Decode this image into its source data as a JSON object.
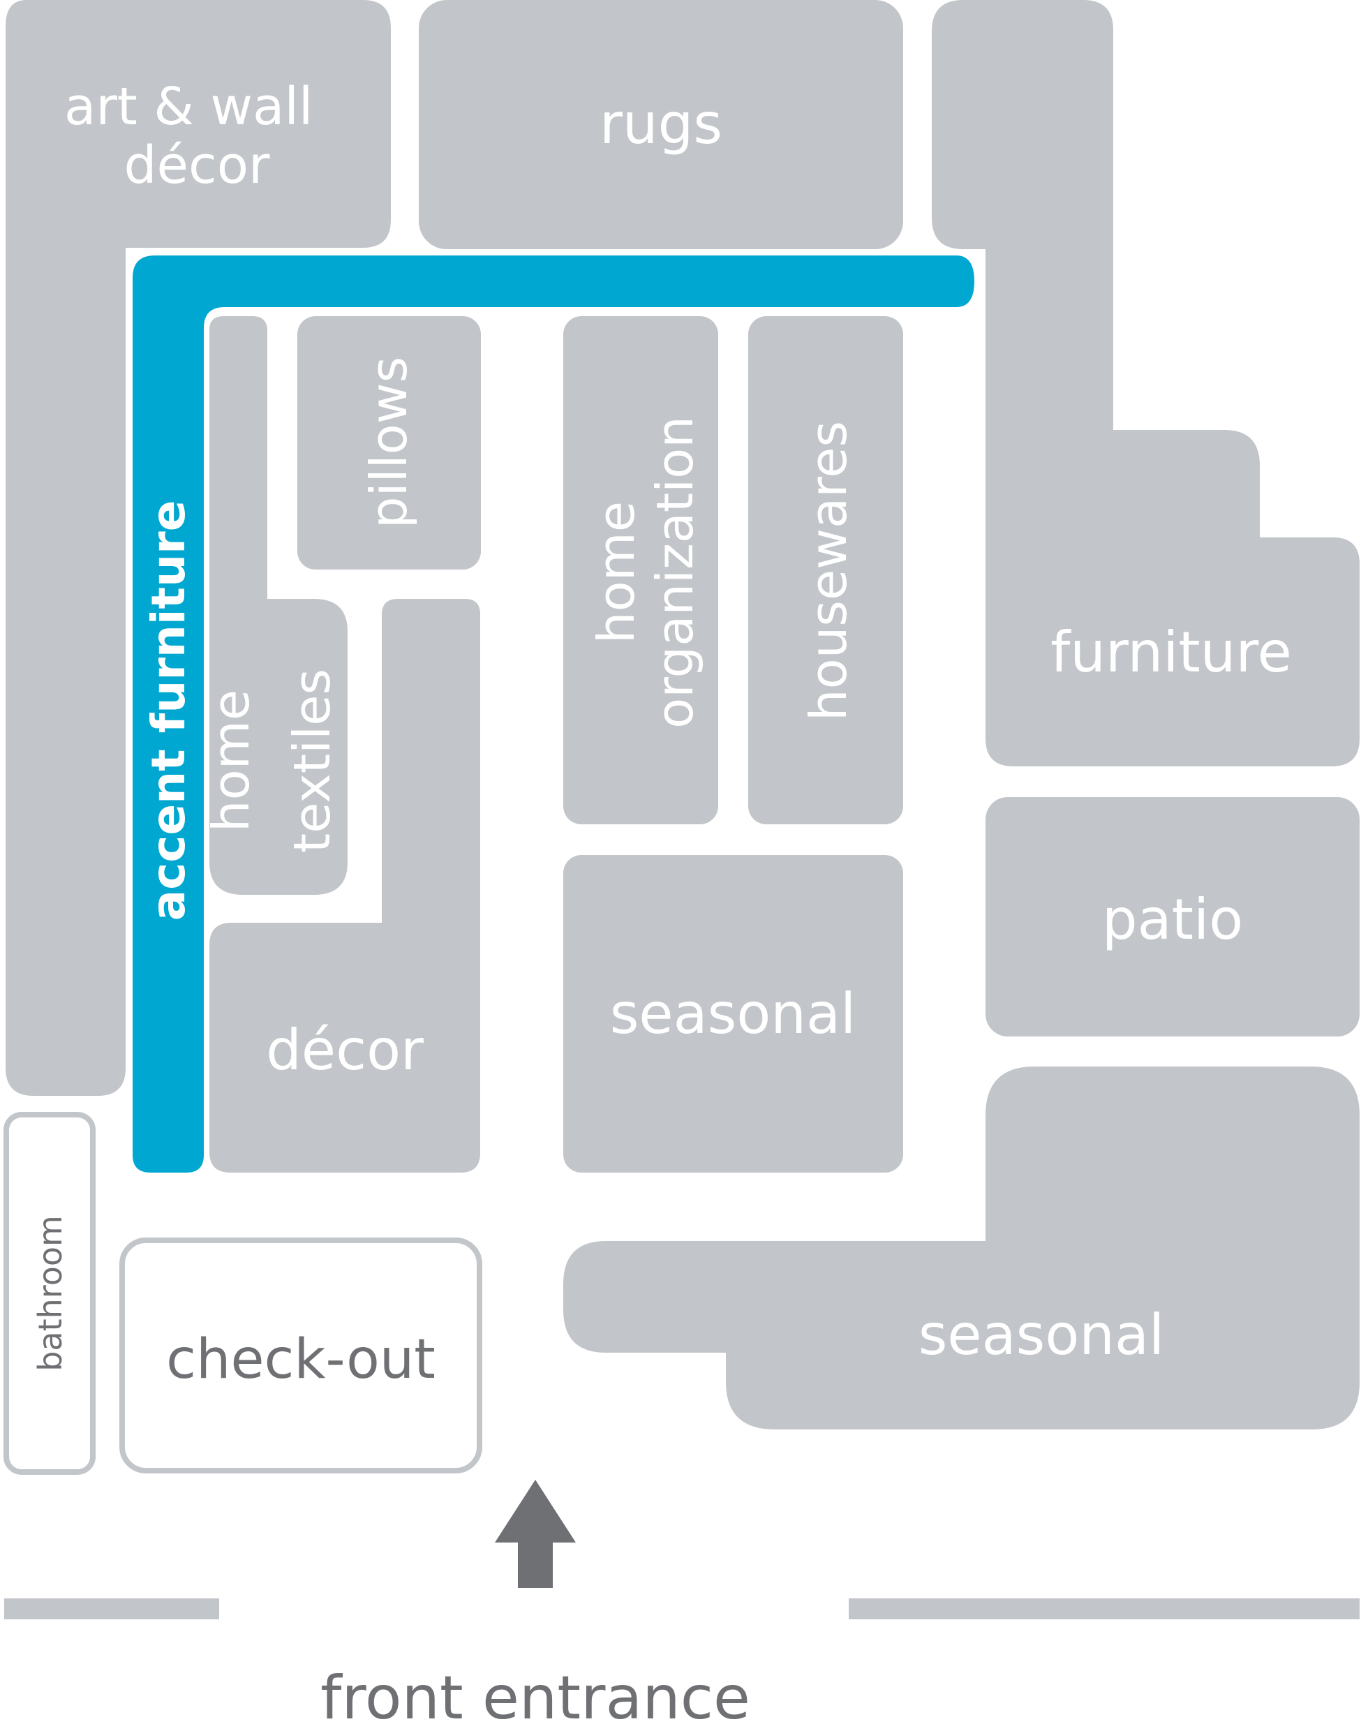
{
  "colors": {
    "department_fill": "#c2c5c9",
    "highlight": "#00a7d0",
    "outline": "#c2c5c9",
    "arrow": "#6f7073",
    "label_light": "#ffffff",
    "label_dark": "#6f7073"
  },
  "departments": {
    "art_wall_decor": {
      "line1": "art & wall",
      "line2": "décor"
    },
    "rugs": "rugs",
    "furniture": "furniture",
    "pillows": "pillows",
    "home_textiles": {
      "line1": "home",
      "line2": "textiles"
    },
    "decor": "décor",
    "home_organization": {
      "line1": "home",
      "line2": "organization"
    },
    "housewares": "housewares",
    "seasonal_center": "seasonal",
    "patio": "patio",
    "seasonal_right": "seasonal",
    "accent_furniture": "accent furniture",
    "bathroom": "bathroom",
    "checkout": "check-out"
  },
  "highlighted_department": "accent furniture",
  "entrance": {
    "label": "front entrance",
    "arrow_icon": "up-arrow-icon"
  }
}
